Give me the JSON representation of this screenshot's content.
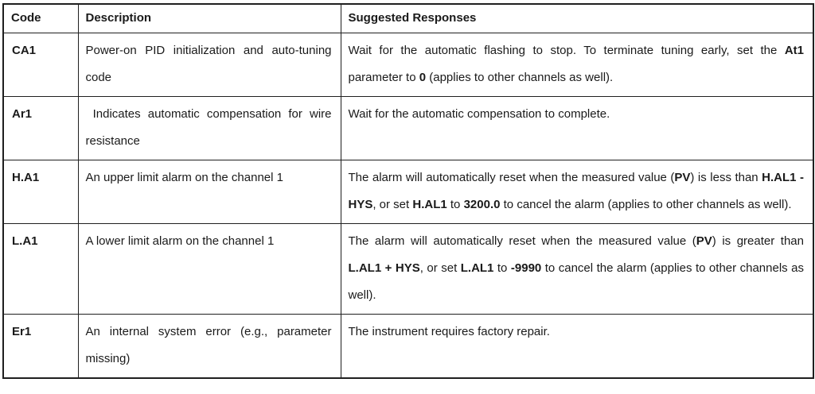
{
  "table": {
    "headers": [
      {
        "label": "Code"
      },
      {
        "label": "Description"
      },
      {
        "label": "Suggested Responses"
      }
    ],
    "rows": [
      {
        "code": "CA1",
        "description": [
          {
            "text": "Power-on PID initialization and auto-tuning code"
          }
        ],
        "response": [
          {
            "text": "Wait for the automatic flashing to stop. To terminate tuning early, set the "
          },
          {
            "text": "At1",
            "bold": true
          },
          {
            "text": " parameter to "
          },
          {
            "text": "0",
            "bold": true
          },
          {
            "text": " (applies to other channels as well)."
          }
        ]
      },
      {
        "code": "Ar1",
        "description": [
          {
            "text": " Indicates automatic compensation for wire resistance"
          }
        ],
        "response": [
          {
            "text": "Wait for the automatic compensation to complete."
          }
        ]
      },
      {
        "code": "H.A1",
        "description": [
          {
            "text": "An upper limit alarm on the channel 1"
          }
        ],
        "response": [
          {
            "text": "The alarm will automatically reset when the measured value ("
          },
          {
            "text": "PV",
            "bold": true
          },
          {
            "text": ") is less than "
          },
          {
            "text": "H.AL1 - HYS",
            "bold": true
          },
          {
            "text": ", or set "
          },
          {
            "text": "H.AL1",
            "bold": true
          },
          {
            "text": " to "
          },
          {
            "text": "3200.0",
            "bold": true
          },
          {
            "text": " to cancel the alarm (applies to other channels as well)."
          }
        ]
      },
      {
        "code": "L.A1",
        "description": [
          {
            "text": "A lower limit alarm on the channel 1"
          }
        ],
        "response": [
          {
            "text": "The alarm will automatically reset when the measured value ("
          },
          {
            "text": "PV",
            "bold": true
          },
          {
            "text": ") is greater than "
          },
          {
            "text": "L.AL1 + HYS",
            "bold": true
          },
          {
            "text": ", or set "
          },
          {
            "text": "L.AL1",
            "bold": true
          },
          {
            "text": " to "
          },
          {
            "text": "-9990",
            "bold": true
          },
          {
            "text": " to cancel the alarm (applies to other channels as well)."
          }
        ]
      },
      {
        "code": "Er1",
        "description": [
          {
            "text": "An internal system error (e.g., parameter missing)"
          }
        ],
        "response": [
          {
            "text": "The instrument requires factory repair."
          }
        ]
      }
    ]
  }
}
